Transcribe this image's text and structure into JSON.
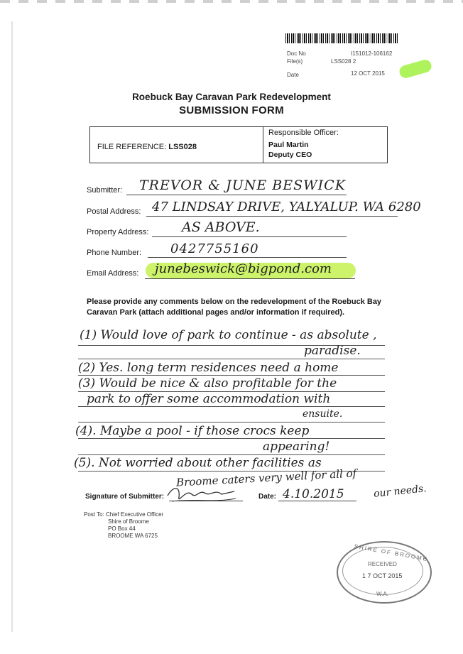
{
  "registration": {
    "doc_no_label": "Doc No",
    "doc_no_value": "I151012-106162",
    "files_label": "File(s)",
    "files_value": "LSS028 2",
    "date_label": "Date",
    "date_value": "12 OCT 2015"
  },
  "form": {
    "title": "Roebuck Bay Caravan Park Redevelopment",
    "subtitle": "SUBMISSION FORM",
    "file_reference_label": "FILE REFERENCE:",
    "file_reference_value": "LSS028",
    "responsible_officer_label": "Responsible Officer:",
    "officer_name": "Paul Martin",
    "officer_title": "Deputy CEO"
  },
  "fields": {
    "submitter_label": "Submitter:",
    "submitter_value": "TREVOR & JUNE BESWICK",
    "postal_label": "Postal Address:",
    "postal_value": "47 LINDSAY DRIVE, YALYALUP. WA 6280",
    "property_label": "Property Address:",
    "property_value": "AS ABOVE.",
    "phone_label": "Phone Number:",
    "phone_value": "0427755160",
    "email_label": "Email Address:",
    "email_value": "junebeswick@bigpond.com"
  },
  "comments": {
    "instructions": "Please provide any comments below on the redevelopment of the Roebuck Bay Caravan Park (attach additional pages and/or information if required).",
    "lines": [
      "(1) Would love of park to continue - as absolute ,",
      "paradise.",
      "(2) Yes. long term residences need a home",
      "(3) Would be nice & also profitable for the",
      "park to offer some accommodation with",
      "ensuite.",
      "(4). Maybe a pool - if those crocs keep",
      "appearing!",
      "(5). Not worried about other facilities as",
      "Broome caters very well for all of",
      "our needs."
    ]
  },
  "signature": {
    "label": "Signature of Submitter:",
    "date_label": "Date:",
    "date_value": "4.10.2015"
  },
  "post_to": {
    "lines": [
      "Post To: Chief Executive Officer",
      "Shire of Broome",
      "PO Box 44",
      "BROOME  WA  6725"
    ]
  },
  "stamp": {
    "top": "SHIRE OF BROOME",
    "middle": "RECEIVED",
    "date": "1 7 OCT 2015",
    "bottom": "W.A."
  }
}
